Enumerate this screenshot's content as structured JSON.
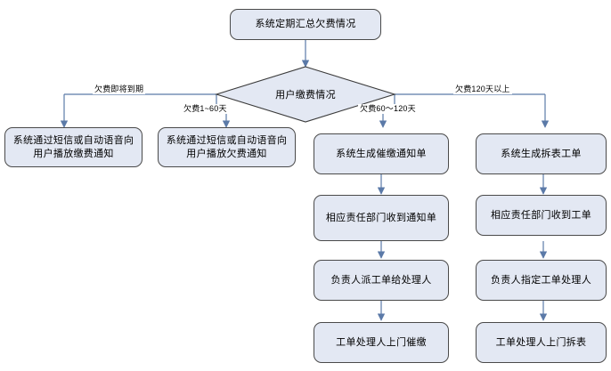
{
  "diagram": {
    "title_node": {
      "label": "系统定期汇总欠费情况"
    },
    "decision": {
      "label": "用户缴费情况"
    },
    "edge_labels": {
      "branch1": "欠费即将到期",
      "branch2": "欠费1~60天",
      "branch3": "欠费60～120天",
      "branch4": "欠费120天以上"
    },
    "columns": [
      {
        "name": "column-1",
        "nodes": [
          {
            "label": "系统通过短信或自动语音向用户播放缴费通知"
          }
        ]
      },
      {
        "name": "column-2",
        "nodes": [
          {
            "label": "系统通过短信或自动语音向用户播放欠费通知"
          }
        ]
      },
      {
        "name": "column-3",
        "nodes": [
          {
            "label": "系统生成催缴通知单"
          },
          {
            "label": "相应责任部门收到通知单"
          },
          {
            "label": "负责人派工单给处理人"
          },
          {
            "label": "工单处理人上门催缴"
          }
        ]
      },
      {
        "name": "column-4",
        "nodes": [
          {
            "label": "系统生成拆表工单"
          },
          {
            "label": "相应责任部门收到工单"
          },
          {
            "label": "负责人指定工单处理人"
          },
          {
            "label": "工单处理人上门拆表"
          }
        ]
      }
    ],
    "colors": {
      "node_fill": "#e3e8f3",
      "node_border": "#4a4a4a",
      "connector": "#5b7aa8",
      "background": "#ffffff",
      "text": "#000000"
    }
  }
}
